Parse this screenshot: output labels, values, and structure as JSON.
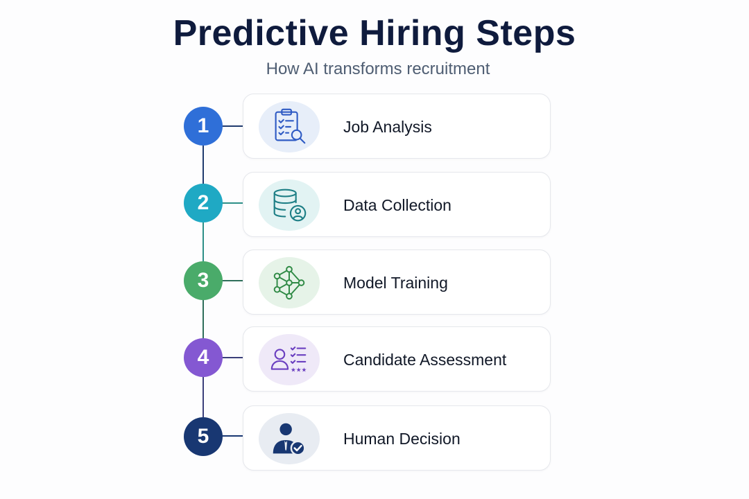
{
  "title": "Predictive Hiring Steps",
  "subtitle": "How AI transforms recruitment",
  "steps": [
    {
      "number": "1",
      "label": "Job Analysis",
      "icon": "clipboard-search-icon",
      "color": "#2f6fd8",
      "bg": "#e7eef9"
    },
    {
      "number": "2",
      "label": "Data Collection",
      "icon": "database-user-icon",
      "color": "#1fa9c4",
      "bg": "#e2f3f3"
    },
    {
      "number": "3",
      "label": "Model Training",
      "icon": "neural-network-icon",
      "color": "#4aab6a",
      "bg": "#e6f3e8"
    },
    {
      "number": "4",
      "label": "Candidate Assessment",
      "icon": "user-checklist-rating-icon",
      "color": "#8458d2",
      "bg": "#efe9f8"
    },
    {
      "number": "5",
      "label": "Human Decision",
      "icon": "person-approve-icon",
      "color": "#183772",
      "bg": "#e8ecf2"
    }
  ]
}
